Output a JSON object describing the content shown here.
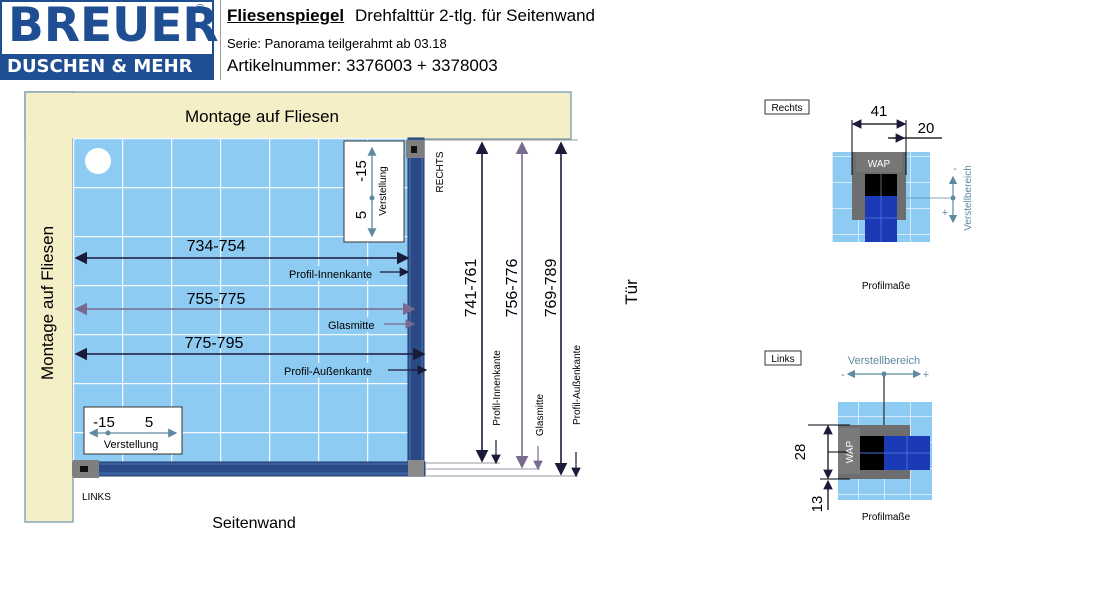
{
  "logo": {
    "top": "BREUER",
    "reg": "®",
    "sub": "DUSCHEN & MEHR"
  },
  "header": {
    "title_key": "Fliesenspiegel",
    "title_rest": "Drehfalttür 2-tlg. für Seitenwand",
    "serie": "Serie:   Panorama teilgerahmt ab 03.18",
    "artikel": "Artikelnummer:  3376003 + 3378003"
  },
  "plan": {
    "top_wall": "Montage auf Fliesen",
    "left_wall": "Montage auf Fliesen",
    "bottom_wall": "Seitenwand",
    "door": "Tür",
    "label_rechts": "RECHTS",
    "label_links": "LINKS",
    "adj_right": {
      "a": "-15",
      "b": "5",
      "label": "Verstellung"
    },
    "adj_left": {
      "a": "-15",
      "b": "5",
      "label": "Verstellung"
    },
    "h_dims": [
      {
        "value": "734-754",
        "label": "Profil-Innenkante",
        "color": "#1a1a3a"
      },
      {
        "value": "755-775",
        "label": "Glasmitte",
        "color": "#7a6a90"
      },
      {
        "value": "775-795",
        "label": "Profil-Außenkante",
        "color": "#1a1a3a"
      }
    ],
    "v_dims": [
      {
        "value": "741-761",
        "label": "Profil-Innenkante",
        "color": "#1a1a3a"
      },
      {
        "value": "756-776",
        "label": "Glasmitte",
        "color": "#7a6a90"
      },
      {
        "value": "769-789",
        "label": "Profil-Außenkante",
        "color": "#1a1a3a"
      }
    ]
  },
  "detail_right": {
    "tag": "Rechts",
    "dim_a": "41",
    "dim_b": "20",
    "wap": "WAP",
    "range": "Verstellbereich",
    "minus": "-",
    "plus": "+",
    "caption": "Profilmaße"
  },
  "detail_left": {
    "tag": "Links",
    "range": "Verstellbereich",
    "minus": "-",
    "plus": "+",
    "wap": "WAP",
    "dim_a": "28",
    "dim_b": "13",
    "caption": "Profilmaße"
  },
  "colors": {
    "brand": "#1f4e93",
    "wall": "#f5efc8",
    "tile": "#8ecbf2",
    "profile": "#3a5f9e",
    "glass_line": "#7a6a90"
  }
}
